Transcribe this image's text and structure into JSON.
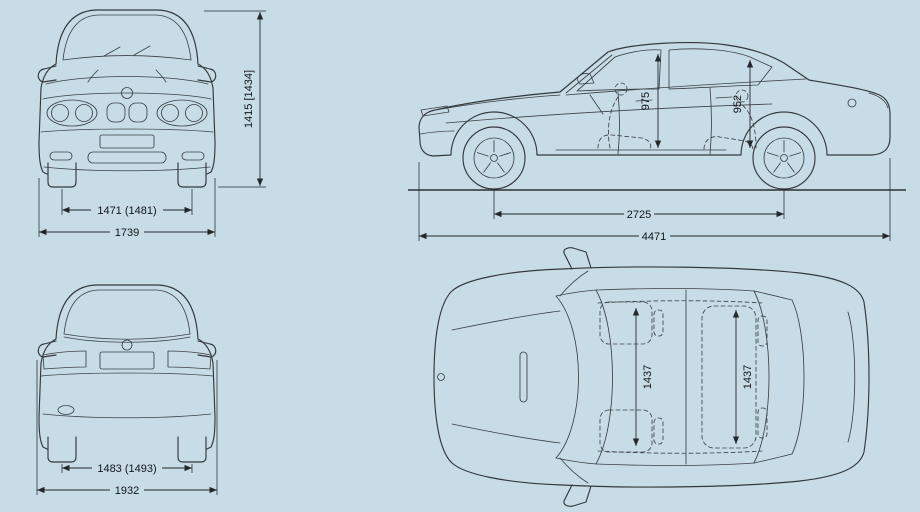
{
  "colors": {
    "background": "#c8dce8",
    "line": "#33383c",
    "text": "#111519"
  },
  "views": {
    "front": {
      "dims": {
        "height": "1415 [1434]",
        "track": "1471 (1481)",
        "width": "1739"
      }
    },
    "side": {
      "dims": {
        "front_interior_height": "975",
        "rear_interior_height": "952",
        "wheelbase": "2725",
        "length": "4471"
      }
    },
    "rear": {
      "dims": {
        "track": "1483 (1493)",
        "width_mirrors": "1932"
      }
    },
    "top": {
      "dims": {
        "front_interior_width": "1437",
        "rear_interior_width": "1437"
      }
    }
  }
}
